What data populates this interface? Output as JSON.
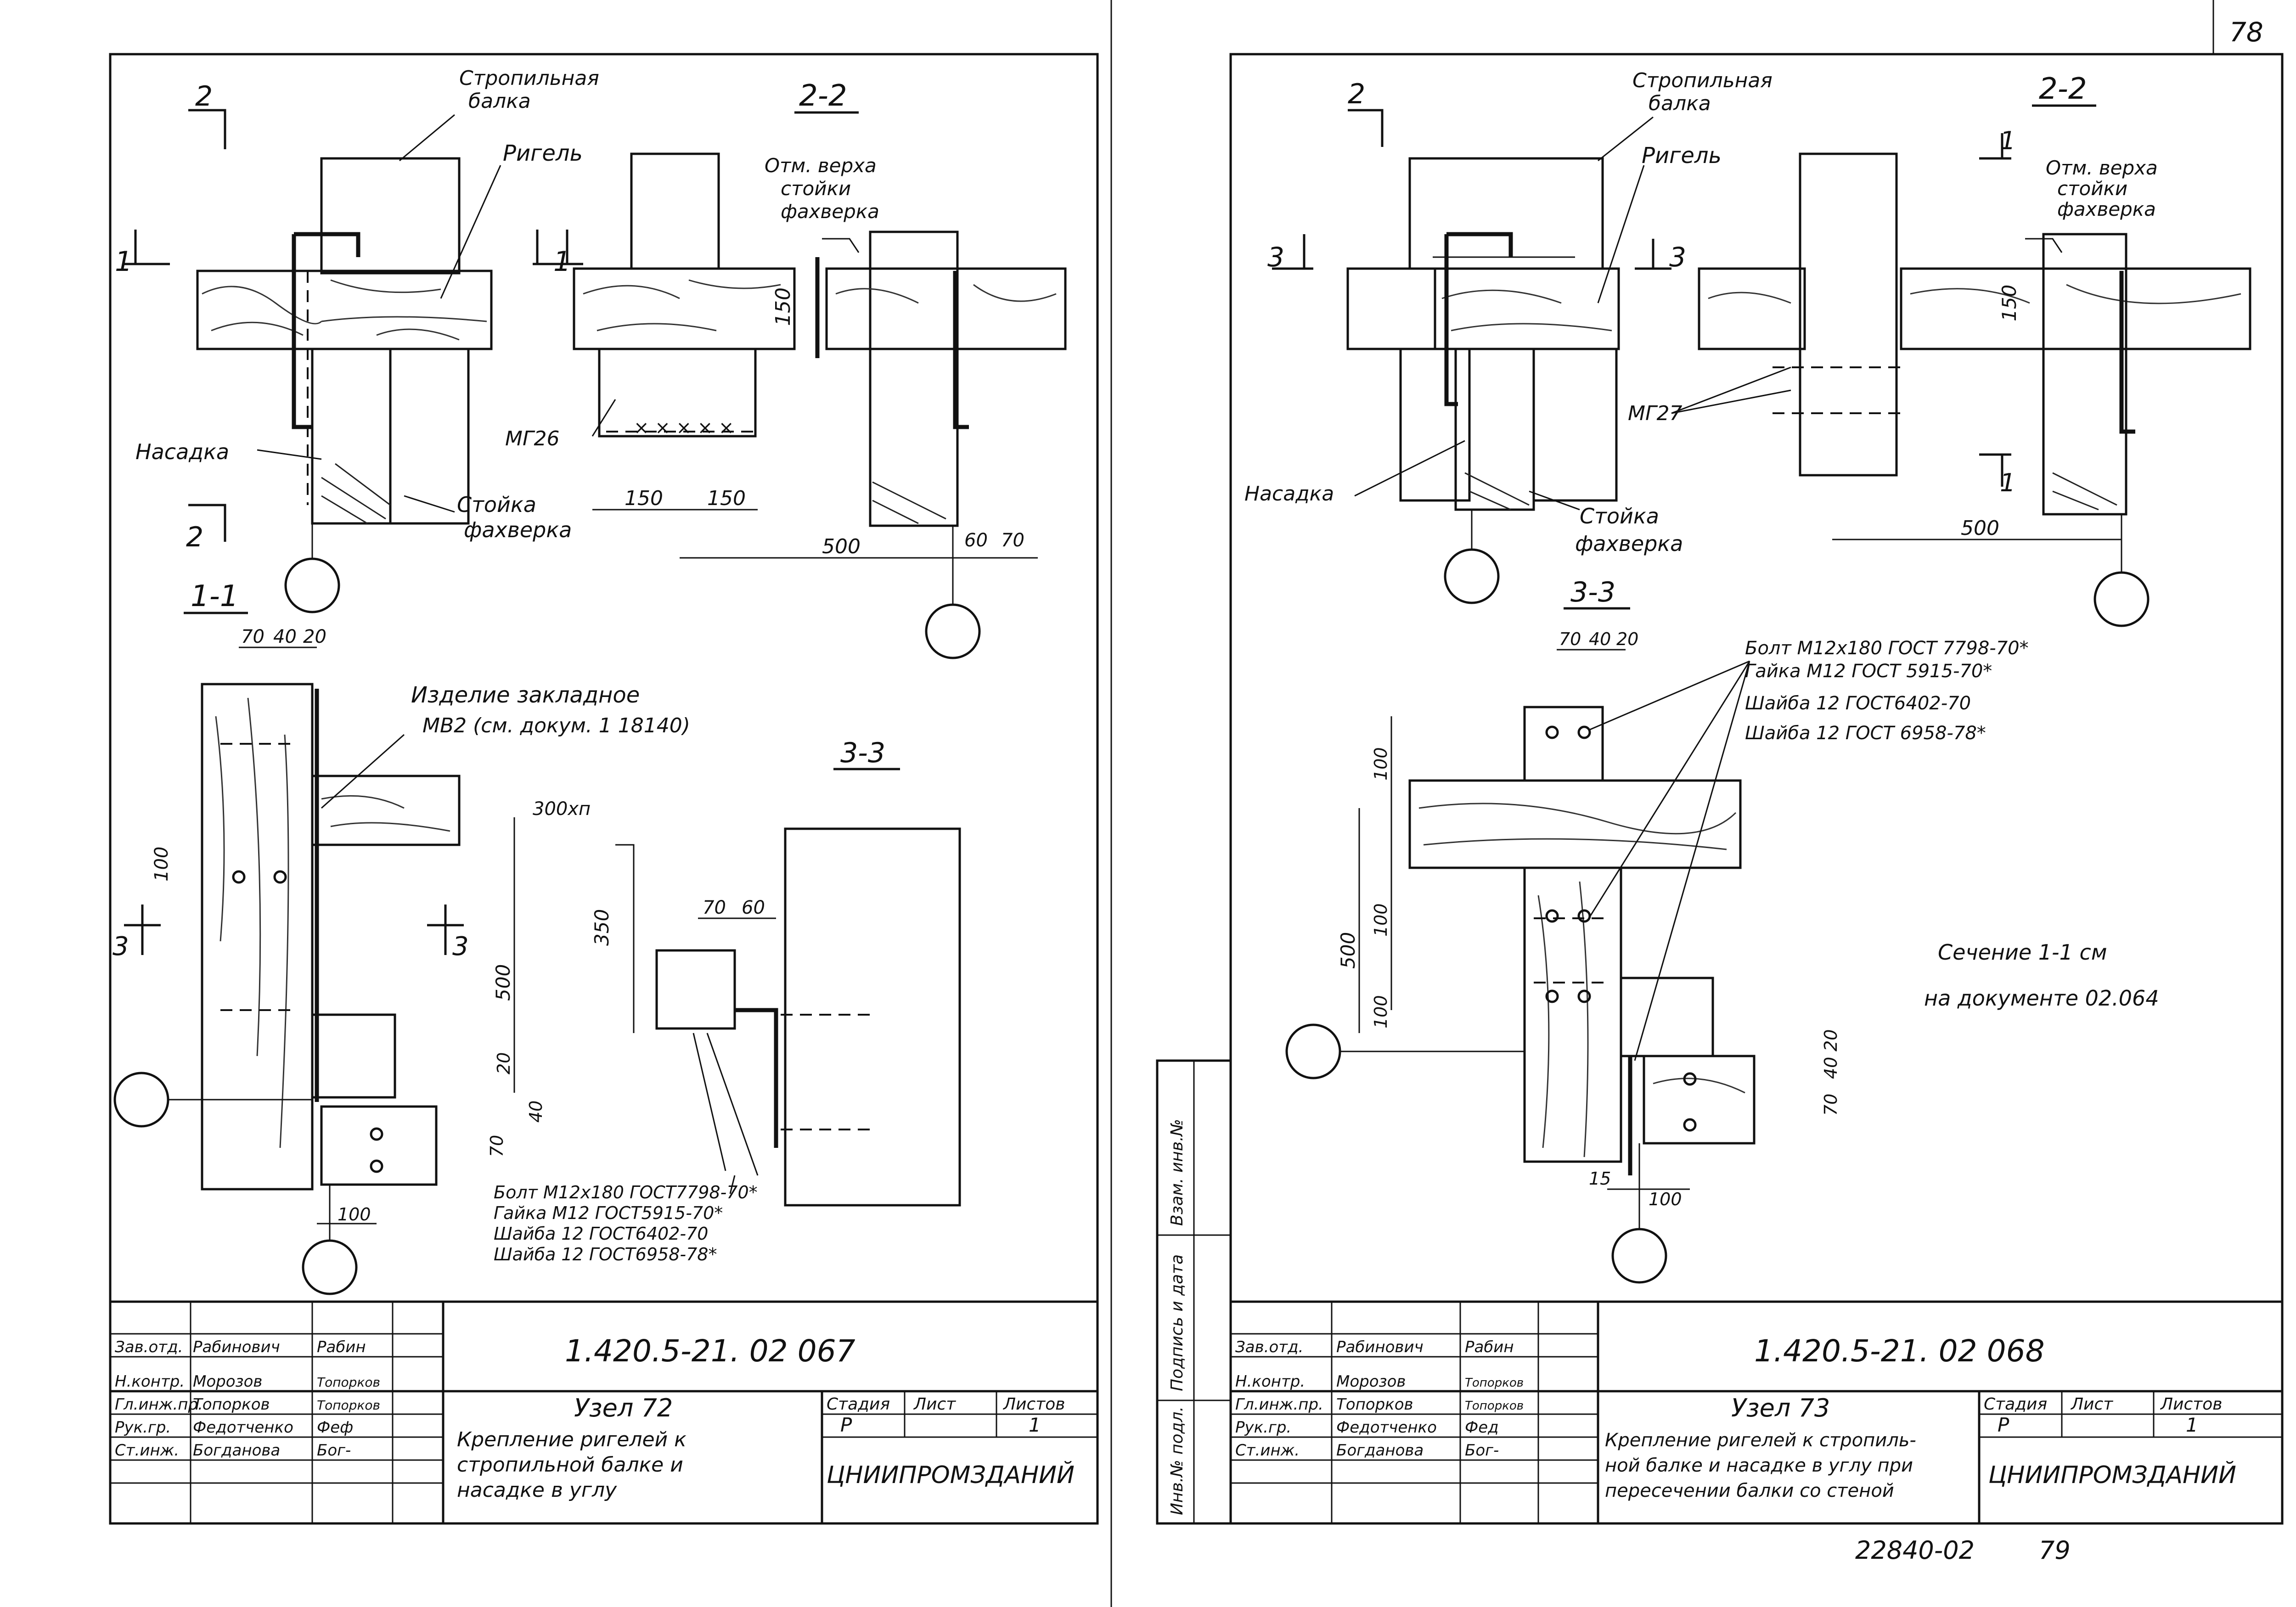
{
  "page_numbers": {
    "top_right": "78",
    "bottom": "22840-02",
    "bottom_page": "79"
  },
  "left_sheet": {
    "doc_code": "1.420.5-21. 02 067",
    "title": "Узел 72",
    "description": [
      "Крепление ригелей к",
      "стропильной балке и",
      "насадке в углу"
    ],
    "org": "ЦНИИПРОМЗДАНИЙ",
    "stage_header": "Стадия",
    "sheet_header": "Лист",
    "sheets_header": "Листов",
    "stage": "Р",
    "sheets": "1",
    "signatures": [
      {
        "role": "Зав.отд.",
        "name": "Рабинович",
        "sign": "Рабин"
      },
      {
        "role": "Н.контр.",
        "name": "Морозов",
        "sign": "Топорков"
      },
      {
        "role": "Гл.инж.пр.",
        "name": "Топорков",
        "sign": "Топорков"
      },
      {
        "role": "Рук.гр.",
        "name": "Федотченко",
        "sign": "Феф"
      },
      {
        "role": "Ст.инж.",
        "name": "Богданова",
        "sign": "Бог-"
      }
    ],
    "labels": {
      "stropilnaya": [
        "Стропильная",
        "балка"
      ],
      "rigel": "Ригель",
      "nasadka": "Насадка",
      "stoika": [
        "Стойка",
        "фахверка"
      ],
      "mark_top": [
        "Отм. верха",
        "стойки",
        "фахверка"
      ],
      "mg6": "МГ26",
      "izdelie": [
        "Изделие закладное",
        "МВ2 (см. докум. 1 18140)"
      ],
      "bolt": [
        "Болт М12х180 ГОСТ7798-70*",
        "Гайка М12 ГОСТ5915-70*",
        "Шайба 12 ГОСТ6402-70",
        "Шайба 12 ГОСТ6958-78*"
      ],
      "step": "300хп"
    },
    "sections": {
      "s22": "2-2",
      "s11": "1-1",
      "s33": "3-3",
      "cut2": "2",
      "cut1": "1",
      "cut3": "3"
    },
    "dims": {
      "d150a": "150",
      "d150b": "150",
      "d150c": "150",
      "d500": "500",
      "d60": "60",
      "d70": "70",
      "d70b": "70",
      "d40": "40",
      "d20": "20",
      "d100": "100",
      "d500b": "500",
      "d20b": "20",
      "d40b": "40",
      "d70c": "70",
      "d100b": "100",
      "d350": "350",
      "d70d": "70",
      "d60b": "60"
    }
  },
  "right_sheet": {
    "doc_code": "1.420.5-21. 02 068",
    "title": "Узел 73",
    "description": [
      "Крепление ригелей к стропиль-",
      "ной балке и насадке в углу при",
      "пересечении балки со стеной"
    ],
    "org": "ЦНИИПРОМЗДАНИЙ",
    "stage_header": "Стадия",
    "sheet_header": "Лист",
    "sheets_header": "Листов",
    "stage": "Р",
    "sheets": "1",
    "signatures": [
      {
        "role": "Зав.отд.",
        "name": "Рабинович",
        "sign": "Рабин"
      },
      {
        "role": "Н.контр.",
        "name": "Морозов",
        "sign": "Топорков"
      },
      {
        "role": "Гл.инж.пр.",
        "name": "Топорков",
        "sign": "Топорков"
      },
      {
        "role": "Рук.гр.",
        "name": "Федотченко",
        "sign": "Фед"
      },
      {
        "role": "Ст.инж.",
        "name": "Богданова",
        "sign": "Бог-"
      }
    ],
    "side_stamp": [
      "Инв.№ подл.",
      "Подпись и дата",
      "Взам. инв.№"
    ],
    "labels": {
      "stropilnaya": [
        "Стропильная",
        "балка"
      ],
      "rigel": "Ригель",
      "nasadka": "Насадка",
      "stoika": [
        "Стойка",
        "фахверка"
      ],
      "mark_top": [
        "Отм. верха",
        "стойки",
        "фахверка"
      ],
      "mg7": "МГ27",
      "bolt": [
        "Болт М12х180 ГОСТ 7798-70*",
        "Гайка М12 ГОСТ 5915-70*",
        "Шайба 12 ГОСТ6402-70",
        "Шайба 12 ГОСТ 6958-78*"
      ],
      "note": [
        "Сечение 1-1 см",
        "на документе 02.064"
      ]
    },
    "sections": {
      "s22": "2-2",
      "s33": "3-3",
      "cut2": "2",
      "cut3": "3",
      "cut1": "1"
    },
    "dims": {
      "d150": "150",
      "d500": "500",
      "d70": "70",
      "d40": "40",
      "d20": "20",
      "d100a": "100",
      "d100b": "100",
      "d500b": "500",
      "d100c": "100",
      "d70b": "70",
      "d40b": "40",
      "d20b": "20",
      "d15": "15",
      "d100d": "100"
    }
  }
}
